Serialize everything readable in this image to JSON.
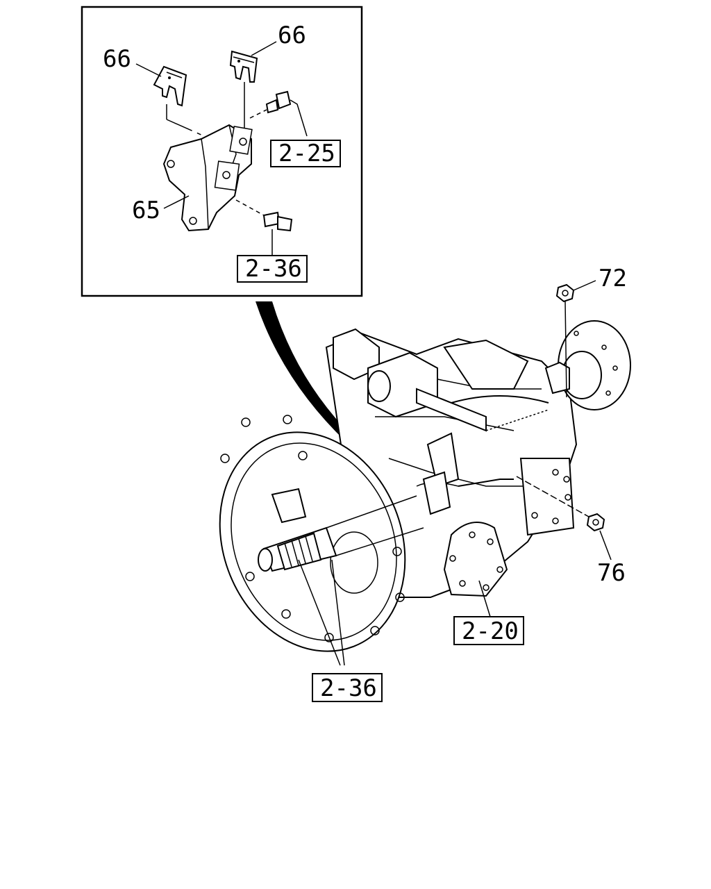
{
  "inset": {
    "callouts": {
      "clip_left": "66",
      "clip_right": "66",
      "bracket": "65"
    },
    "refs": {
      "bolt_upper": "2-25",
      "bolt_lower": "2-36"
    }
  },
  "main": {
    "callouts": {
      "nut_top": "72",
      "nut_side": "76"
    },
    "refs": {
      "cover": "2-20",
      "input_bolts": "2-36"
    }
  }
}
